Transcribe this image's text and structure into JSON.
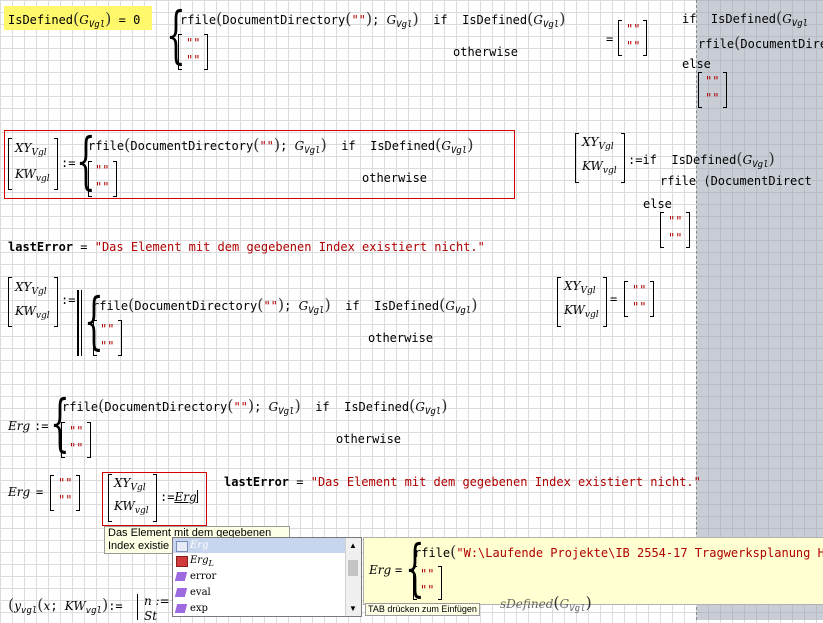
{
  "document": {
    "defs": {
      "isdefined_lhs": "IsDefined",
      "g_var": "G",
      "vgl_sub": "Vgl",
      "eq_zero": "= 0",
      "rfile": "rfile",
      "docdir": "DocumentDirectory",
      "empty_str": "\"\"",
      "if_kw": "if",
      "otherwise_kw": "otherwise",
      "else_kw": "else",
      "assign": ":=",
      "equals": "=",
      "semicolon": ";",
      "xy": "XY",
      "kw": "KW",
      "kw_sub": "vgl",
      "erg": "Erg",
      "last_error": "lastError",
      "last_error_msg": "\"Das Element mit dem gegebenen Index existiert nicht.\"",
      "y_var": "y",
      "x_var": "x",
      "n_var": "n",
      "bottom_partial": "St"
    },
    "tooltip": {
      "line1": "Das Element mit dem gegebenen",
      "line2": "Index existie"
    },
    "autocomplete": {
      "items": [
        {
          "label": "Erg",
          "selected": true
        },
        {
          "label": "Erg_L",
          "base": "Erg",
          "sub": "L",
          "selected": false
        },
        {
          "label": "error",
          "selected": false
        },
        {
          "label": "eval",
          "selected": false
        },
        {
          "label": "exp",
          "selected": false
        }
      ]
    },
    "preview": {
      "lhs": "Erg",
      "path": "\"W:\\Laufende Projekte\\IB 2554-17 Tragwerksplanung H",
      "hint": "TAB drücken zum Einfügen"
    },
    "right_partial": {
      "rfile_trunc": "rfile (DocumentDirect",
      "docdir_trunc": "DocumentDire",
      "isdefined_trunc": "IsDefined"
    },
    "colors": {
      "highlight": "#fff86b",
      "string": "#b00000",
      "error_box": "#d40000",
      "gray_region": "#c9ced6",
      "grid": "#dcdcdc"
    }
  }
}
